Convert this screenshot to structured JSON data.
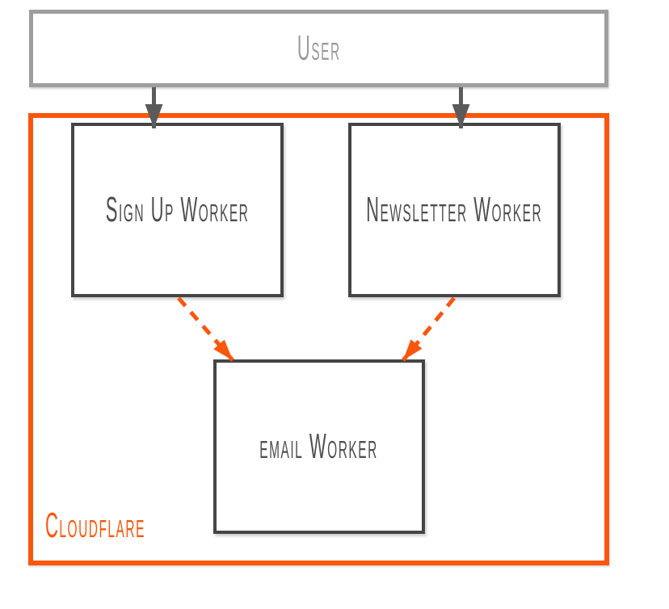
{
  "diagram": {
    "description_label": "Cloudflare workers architecture diagram"
  },
  "nodes": {
    "user": {
      "label": "User",
      "shape": "rectangle",
      "border": "gray"
    },
    "signup_worker": {
      "label": "Sign Up Worker",
      "shape": "rectangle",
      "border": "dark"
    },
    "newsletter_worker": {
      "label": "Newsletter Worker",
      "shape": "rectangle",
      "border": "dark"
    },
    "email_worker": {
      "label": "email Worker",
      "shape": "rectangle",
      "border": "dark"
    },
    "cloudflare": {
      "label": "Cloudflare",
      "shape": "container",
      "border": "orange"
    }
  },
  "edges": [
    {
      "from": "user",
      "to": "signup_worker",
      "style": "solid",
      "color": "#5b5b5b"
    },
    {
      "from": "user",
      "to": "newsletter_worker",
      "style": "solid",
      "color": "#5b5b5b"
    },
    {
      "from": "signup_worker",
      "to": "email_worker",
      "style": "dashed",
      "color": "#fa560c"
    },
    {
      "from": "newsletter_worker",
      "to": "email_worker",
      "style": "dashed",
      "color": "#fa560c"
    }
  ],
  "containment": {
    "cloudflare_contains": [
      "signup_worker",
      "newsletter_worker",
      "email_worker"
    ]
  },
  "colors": {
    "orange": "#fa560c",
    "box-dark": "#454545",
    "box-gray": "#9e9e9e",
    "arrow-gray": "#5b5b5b",
    "text-gray": "#9a9a9a",
    "text-dark": "#4f4f4f",
    "bg": "#ffffff"
  }
}
